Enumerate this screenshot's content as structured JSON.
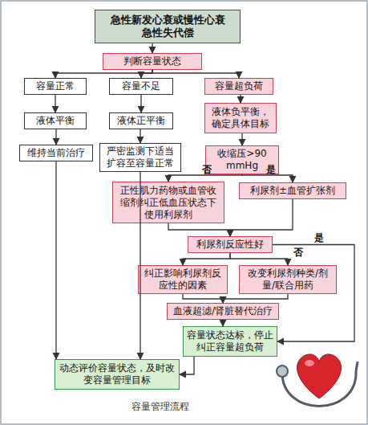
{
  "diagram": {
    "caption": "容量管理流程",
    "nodes": [
      {
        "text": [
          "急性新发心衰或慢性心衰急性失代偿"
        ]
      },
      {
        "text": [
          "判断容量状态"
        ]
      },
      {
        "text": [
          "容量正常"
        ]
      },
      {
        "text": [
          "容量不足"
        ]
      },
      {
        "text": [
          "容量超负荷"
        ]
      },
      {
        "text": [
          "液体平衡"
        ]
      },
      {
        "text": [
          "液体正平衡"
        ]
      },
      {
        "text": [
          "液体负平衡，确定具体目标"
        ]
      },
      {
        "text": [
          "维持当前治疗"
        ]
      },
      {
        "text": [
          "严密监测下适当扩容至容量正常"
        ]
      },
      {
        "text": [
          "收缩压>90 mmHg"
        ]
      },
      {
        "text": [
          "正性肌力药物或血管收缩剂纠正低血压状态下使用利尿剂"
        ]
      },
      {
        "text": [
          "利尿剂±血管扩张剂"
        ]
      },
      {
        "text": [
          "利尿剂反应性好"
        ]
      },
      {
        "text": [
          "纠正影响利尿剂反应性的因素"
        ]
      },
      {
        "text": [
          "改变利尿剂种类/剂量/联合用药"
        ]
      },
      {
        "text": [
          "血液超滤/肾脏替代治疗"
        ]
      },
      {
        "text": [
          "容量状态达标，停止纠正容量超负荷"
        ]
      },
      {
        "text": [
          "动态评价容量状态，及时改变容量管理目标"
        ]
      }
    ],
    "edges": [
      {
        "from": 0,
        "to": 1,
        "arrow": "to"
      },
      {
        "from": 1,
        "to": 2,
        "arrow": "to"
      },
      {
        "from": 1,
        "to": 3,
        "arrow": "to"
      },
      {
        "from": 1,
        "to": 4,
        "arrow": "to"
      },
      {
        "from": 2,
        "to": 5,
        "arrow": "to"
      },
      {
        "from": 3,
        "to": 6,
        "arrow": "to"
      },
      {
        "from": 4,
        "to": 7,
        "arrow": "to"
      },
      {
        "from": 5,
        "to": 8,
        "arrow": "to"
      },
      {
        "from": 6,
        "to": 9,
        "arrow": "to"
      },
      {
        "from": 7,
        "to": 10,
        "arrow": "to"
      },
      {
        "from": 10,
        "to": 11,
        "label": "否",
        "arrow": "to"
      },
      {
        "from": 10,
        "to": 12,
        "label": "是",
        "arrow": "to"
      },
      {
        "from": 11,
        "to": 13,
        "arrow": "to"
      },
      {
        "from": 12,
        "to": 13,
        "arrow": "to"
      },
      {
        "from": 13,
        "to": 14,
        "arrow": "to"
      },
      {
        "from": 13,
        "to": 15,
        "label": "否",
        "arrow": "to"
      },
      {
        "from": 13,
        "to": 17,
        "label": "是",
        "arrow": "to"
      },
      {
        "from": 14,
        "to": 16,
        "arrow": "to"
      },
      {
        "from": 15,
        "to": 16,
        "arrow": "to"
      },
      {
        "from": 16,
        "to": 17,
        "arrow": "to"
      },
      {
        "from": 8,
        "to": 18,
        "arrow": "to"
      },
      {
        "from": 9,
        "to": 18,
        "arrow": "to"
      },
      {
        "from": 17,
        "to": 18,
        "arrow": "to"
      }
    ]
  }
}
